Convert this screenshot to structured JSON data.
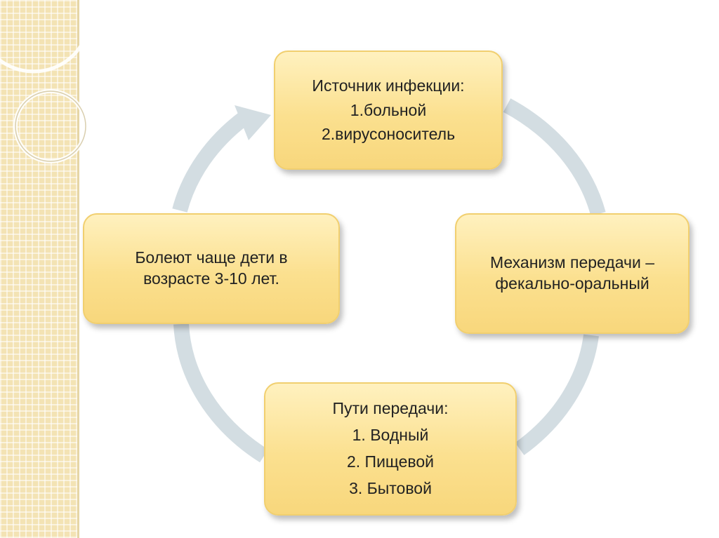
{
  "colors": {
    "box_fill": "#fbe08f",
    "box_border": "#f1cf6f",
    "cycle_arrow": "#d3dde2",
    "side_panel": "#f3e3b4"
  },
  "boxes": {
    "source": {
      "title": "Источник инфекции:",
      "items": [
        "1.больной",
        "2.вирусоноситель"
      ]
    },
    "mechanism": {
      "lines": [
        "Механизм передачи –",
        "фекально-оральный"
      ]
    },
    "paths": {
      "title": "Пути передачи:",
      "items": [
        "1. Водный",
        "2. Пищевой",
        "3. Бытовой"
      ]
    },
    "age": {
      "lines": [
        "Болеют чаще дети в",
        "возрасте 3-10 лет."
      ]
    }
  }
}
